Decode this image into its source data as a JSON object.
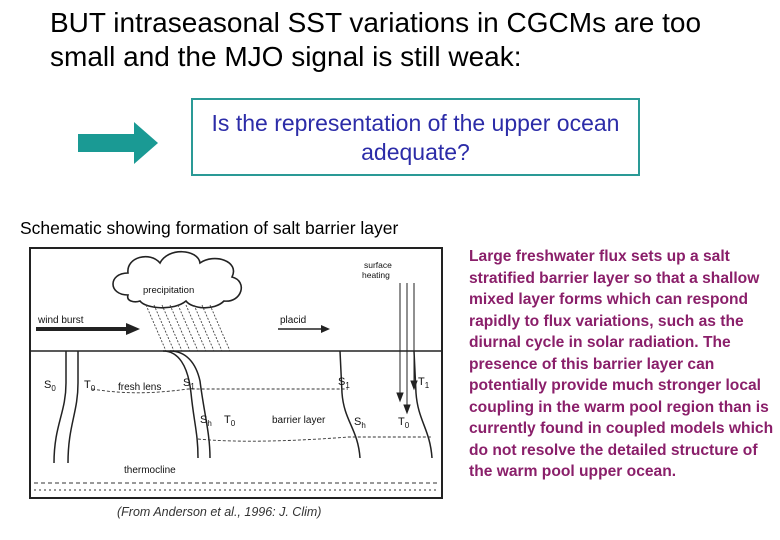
{
  "title": "BUT intraseasonal SST variations in CGCMs are too small and the MJO signal is still weak:",
  "question": "Is the representation of the upper ocean adequate?",
  "caption": "Schematic showing formation of salt barrier layer",
  "diagram": {
    "precipitation": "precipitation",
    "surface_heating_1": "surface",
    "surface_heating_2": "heating",
    "wind_burst": "wind burst",
    "placid": "placid",
    "fresh_lens": "fresh lens",
    "barrier_layer": "barrier layer",
    "thermocline": "thermocline",
    "s": "S",
    "t": "T",
    "sub_0": "0",
    "sub_1": "1",
    "sub_h": "h"
  },
  "credit": "(From Anderson et al., 1996: J. Clim)",
  "description": "Large freshwater flux sets up a salt stratified barrier layer so that a shallow mixed layer forms which can respond rapidly to flux variations, such as the diurnal cycle in solar radiation. The presence of this barrier layer can potentially provide much stronger local coupling in the warm pool region than is currently found in coupled models which do not resolve the detailed structure of the warm pool upper ocean.",
  "colors": {
    "arrow": "#1a9a94",
    "box_border": "#2a9a96",
    "question_text": "#2c2ca8",
    "description_text": "#8a1f6a"
  },
  "icons": {
    "arrow": "right-arrow-icon",
    "cloud": "cloud-icon"
  }
}
